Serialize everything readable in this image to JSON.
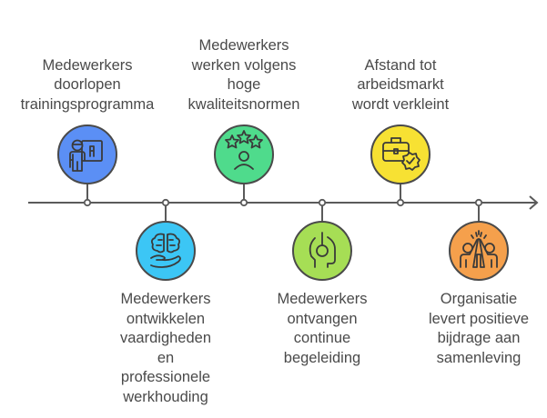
{
  "timeline": {
    "line_color": "#5a5a5a",
    "steps": [
      {
        "id": "training",
        "position": "top",
        "color": "#5b8ff5",
        "icon": "teacher-board-icon",
        "lines": [
          "Medewerkers",
          "doorlopen",
          "trainingsprogramma"
        ]
      },
      {
        "id": "skills",
        "position": "bottom",
        "color": "#3cc6f5",
        "icon": "brain-in-hand-icon",
        "lines": [
          "Medewerkers",
          "ontwikkelen",
          "vaardigheden",
          "en",
          "professionele",
          "werkhouding"
        ]
      },
      {
        "id": "quality",
        "position": "top",
        "color": "#4fdb8c",
        "icon": "person-three-stars-icon",
        "lines": [
          "Medewerkers",
          "werken volgens",
          "hoge",
          "kwaliteitsnormen"
        ]
      },
      {
        "id": "guidance",
        "position": "bottom",
        "color": "#a6de55",
        "icon": "head-guidance-icon",
        "lines": [
          "Medewerkers",
          "ontvangen",
          "continue",
          "begeleiding"
        ]
      },
      {
        "id": "labor-market",
        "position": "top",
        "color": "#f7e133",
        "icon": "briefcase-badge-check-icon",
        "lines": [
          "Afstand tot",
          "arbeidsmarkt",
          "wordt verkleint"
        ]
      },
      {
        "id": "society",
        "position": "bottom",
        "color": "#f5a04c",
        "icon": "high-five-icon",
        "lines": [
          "Organisatie",
          "levert positieve",
          "bijdrage aan",
          "samenleving"
        ]
      }
    ]
  }
}
